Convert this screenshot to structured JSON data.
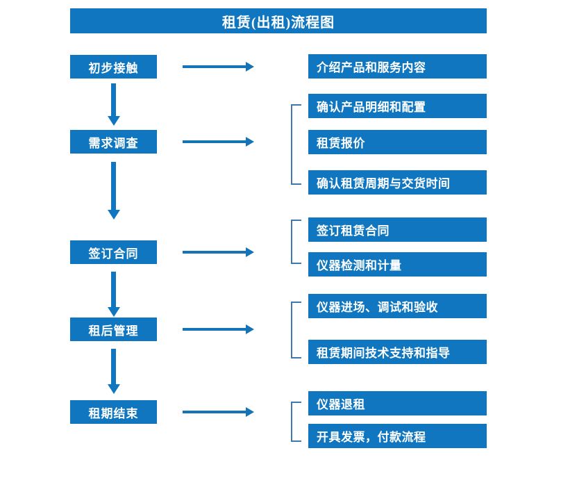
{
  "diagram": {
    "title": "租赁(出租)流程图",
    "accent_color": "#0f76bf",
    "bracket_color": "#3f78b0",
    "arrow_color": "#1573b8",
    "stages": [
      {
        "label": "初步接触",
        "details": [
          "介绍产品和服务内容"
        ],
        "bracket": false
      },
      {
        "label": "需求调查",
        "details": [
          "确认产品明细和配置",
          "租赁报价",
          "确认租赁周期与交货时间"
        ],
        "bracket": true
      },
      {
        "label": "签订合同",
        "details": [
          "签订租赁合同",
          "仪器检测和计量"
        ],
        "bracket": true
      },
      {
        "label": "租后管理",
        "details": [
          "仪器进场、调试和验收",
          "租赁期间技术支持和指导"
        ],
        "bracket": true
      },
      {
        "label": "租期结束",
        "details": [
          "仪器退租",
          "开具发票，付款流程"
        ],
        "bracket": true
      }
    ]
  }
}
